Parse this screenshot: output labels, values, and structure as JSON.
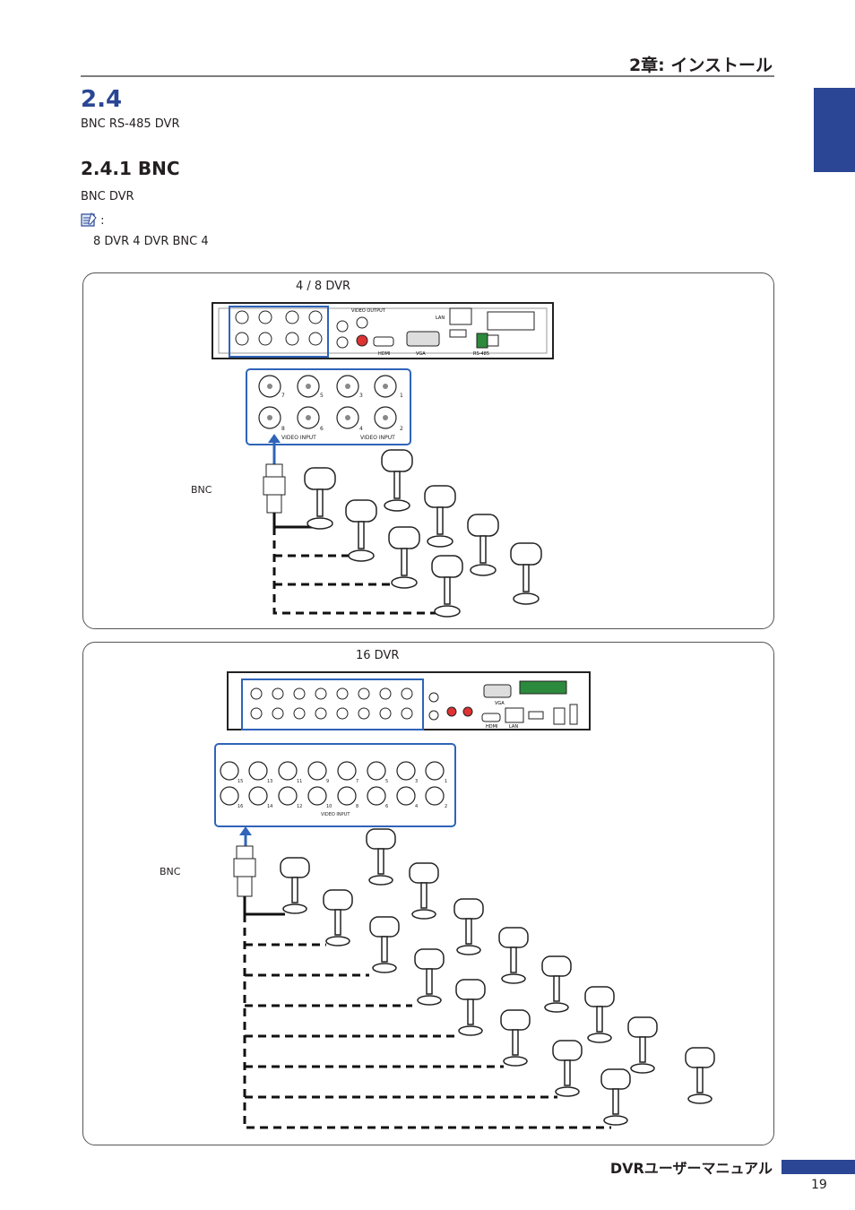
{
  "header": {
    "chapter": "2章: インストール"
  },
  "section": {
    "number": "2.4",
    "text": "BNC RS-485 DVR"
  },
  "subsection": {
    "title": "2.4.1 BNC",
    "text": "BNC DVR"
  },
  "note": {
    "icon": "note-icon",
    "marker": ":",
    "text": "8 DVR 4 DVR BNC 4"
  },
  "figure1": {
    "caption": "4 / 8 DVR",
    "cable_label": "BNC",
    "panel_labels": [
      "VIDEO OUTPUT",
      "LAN",
      "HDMI",
      "VGA",
      "RS-485"
    ],
    "ports_top": [
      "7",
      "5",
      "3",
      "1"
    ],
    "ports_bottom": [
      "8",
      "6",
      "4",
      "2"
    ],
    "video_input": "VIDEO INPUT"
  },
  "figure2": {
    "caption": "16 DVR",
    "cable_label": "BNC",
    "panel_labels": [
      "VGA",
      "HDMI",
      "LAN"
    ],
    "ports_top": [
      "15",
      "13",
      "11",
      "9",
      "7",
      "5",
      "3",
      "1"
    ],
    "ports_bottom": [
      "16",
      "14",
      "12",
      "10",
      "8",
      "6",
      "4",
      "2"
    ],
    "video_input": "VIDEO INPUT"
  },
  "footer": {
    "title": "DVRユーザーマニュアル",
    "page": "19"
  },
  "colors": {
    "accent": "#2a4694",
    "highlight": "#2f64b9"
  }
}
